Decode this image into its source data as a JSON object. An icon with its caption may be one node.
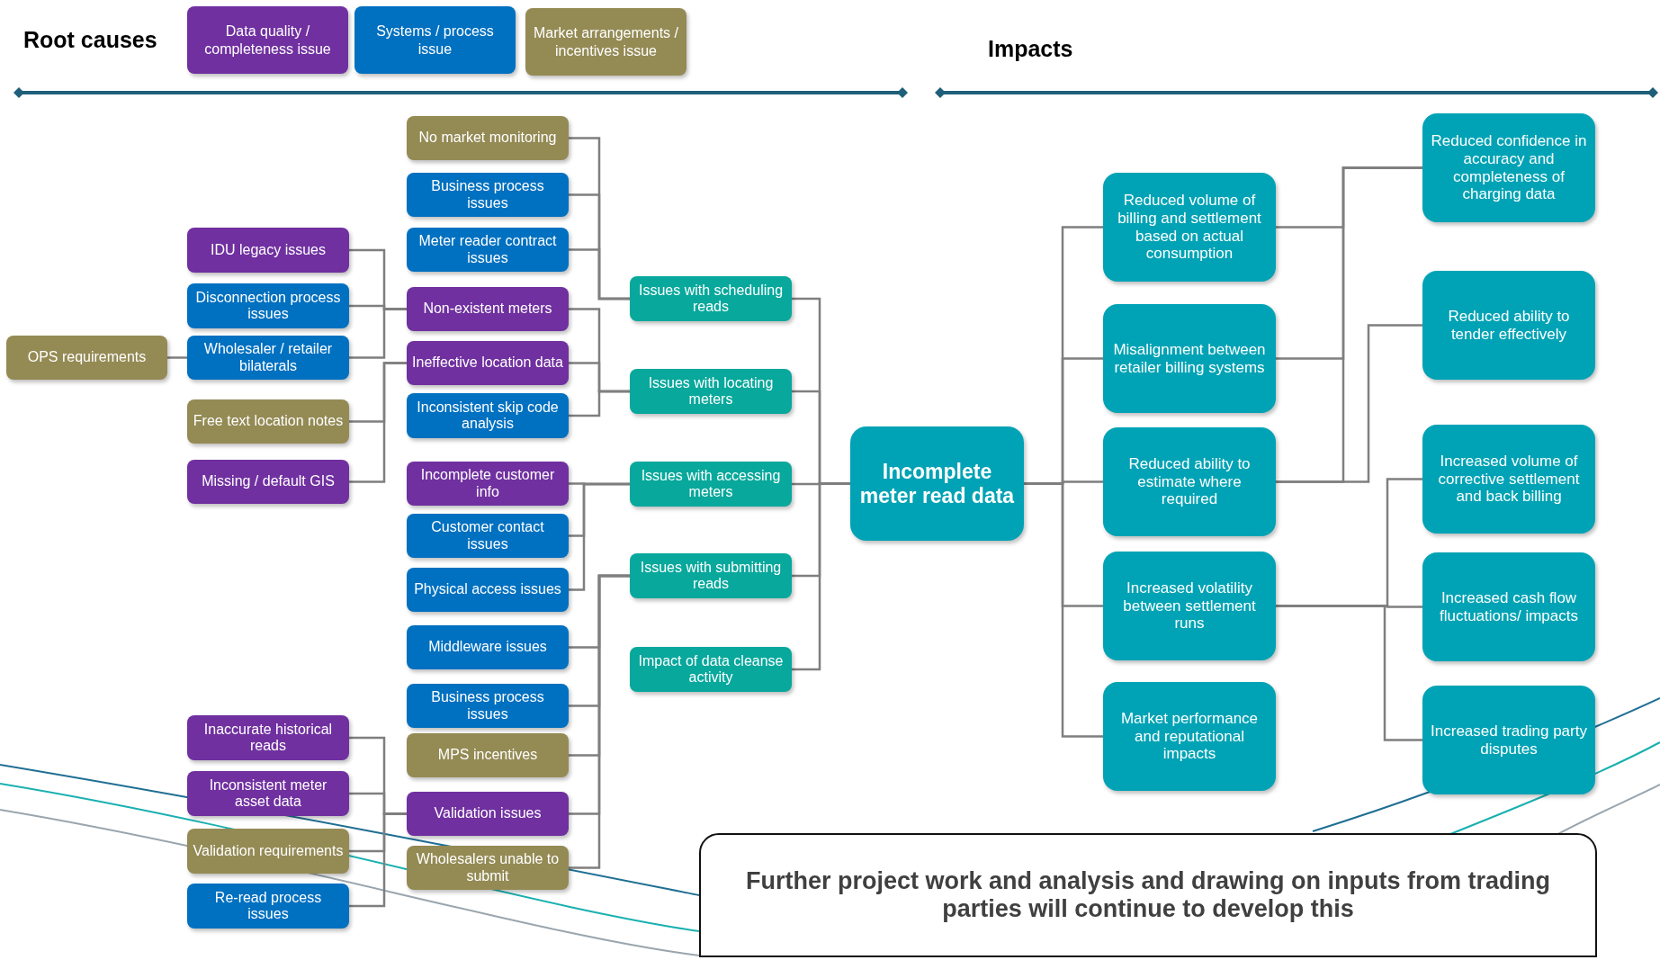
{
  "diagram": {
    "nodes": [
      {
        "text": [
          "OPS requirements"
        ]
      },
      {
        "text": [
          "IDU legacy issues"
        ]
      },
      {
        "text": [
          "Disconnection process issues"
        ]
      },
      {
        "text": [
          "Wholesaler / retailer bilaterals"
        ]
      },
      {
        "text": [
          "Free text location notes"
        ]
      },
      {
        "text": [
          "Missing / default GIS"
        ]
      },
      {
        "text": [
          "Inaccurate historical reads"
        ]
      },
      {
        "text": [
          "Inconsistent meter asset data"
        ]
      },
      {
        "text": [
          "Validation requirements"
        ]
      },
      {
        "text": [
          "Re-read process issues"
        ]
      },
      {
        "text": [
          "No market monitoring"
        ]
      },
      {
        "text": [
          "Business process issues"
        ]
      },
      {
        "text": [
          "Meter reader contract issues"
        ]
      },
      {
        "text": [
          "Non-existent meters"
        ]
      },
      {
        "text": [
          "Ineffective location data"
        ]
      },
      {
        "text": [
          "Inconsistent skip code analysis"
        ]
      },
      {
        "text": [
          "Incomplete customer info"
        ]
      },
      {
        "text": [
          "Customer contact issues"
        ]
      },
      {
        "text": [
          "Physical access issues"
        ]
      },
      {
        "text": [
          "Middleware issues"
        ]
      },
      {
        "text": [
          "Business process issues"
        ]
      },
      {
        "text": [
          "MPS incentives"
        ]
      },
      {
        "text": [
          "Validation issues"
        ]
      },
      {
        "text": [
          "Wholesalers unable to submit"
        ]
      },
      {
        "text": [
          "Issues with scheduling reads"
        ]
      },
      {
        "text": [
          "Issues with locating meters"
        ]
      },
      {
        "text": [
          "Issues with accessing meters"
        ]
      },
      {
        "text": [
          "Issues with submitting reads"
        ]
      },
      {
        "text": [
          "Impact of data cleanse activity"
        ]
      },
      {
        "text": [
          "Incomplete meter read data"
        ]
      },
      {
        "text": [
          "Reduced volume of billing and settlement based on actual consumption"
        ]
      },
      {
        "text": [
          "Misalignment between retailer billing systems"
        ]
      },
      {
        "text": [
          "Reduced ability to estimate where required"
        ]
      },
      {
        "text": [
          "Increased volatility between settlement runs"
        ]
      },
      {
        "text": [
          "Market performance and reputational impacts"
        ]
      },
      {
        "text": [
          "Reduced confidence in accuracy and completeness of charging data"
        ]
      },
      {
        "text": [
          "Reduced ability to tender effectively"
        ]
      },
      {
        "text": [
          "Increased volume of corrective settlement and back billing"
        ]
      },
      {
        "text": [
          "Increased cash flow fluctuations/ impacts"
        ]
      },
      {
        "text": [
          "Increased trading party disputes"
        ]
      },
      {
        "text": [
          "Further project work and analysis and drawing on inputs from trading parties will continue to develop this"
        ]
      }
    ],
    "edges": [
      {
        "from": 0,
        "to": 3,
        "arrow": "none"
      },
      {
        "from": 1,
        "to": 13,
        "arrow": "none"
      },
      {
        "from": 2,
        "to": 13,
        "arrow": "none"
      },
      {
        "from": 3,
        "to": 13,
        "arrow": "none"
      },
      {
        "from": 4,
        "to": 14,
        "arrow": "none"
      },
      {
        "from": 5,
        "to": 14,
        "arrow": "none"
      },
      {
        "from": 6,
        "to": 22,
        "arrow": "none"
      },
      {
        "from": 7,
        "to": 22,
        "arrow": "none"
      },
      {
        "from": 8,
        "to": 22,
        "arrow": "none"
      },
      {
        "from": 9,
        "to": 22,
        "arrow": "none"
      },
      {
        "from": 10,
        "to": 24,
        "arrow": "none"
      },
      {
        "from": 11,
        "to": 24,
        "arrow": "none"
      },
      {
        "from": 12,
        "to": 24,
        "arrow": "none"
      },
      {
        "from": 13,
        "to": 25,
        "arrow": "none"
      },
      {
        "from": 14,
        "to": 25,
        "arrow": "none"
      },
      {
        "from": 15,
        "to": 25,
        "arrow": "none"
      },
      {
        "from": 16,
        "to": 26,
        "arrow": "none"
      },
      {
        "from": 17,
        "to": 26,
        "arrow": "none"
      },
      {
        "from": 18,
        "to": 26,
        "arrow": "none"
      },
      {
        "from": 19,
        "to": 27,
        "arrow": "none"
      },
      {
        "from": 20,
        "to": 27,
        "arrow": "none"
      },
      {
        "from": 21,
        "to": 27,
        "arrow": "none"
      },
      {
        "from": 22,
        "to": 27,
        "arrow": "none"
      },
      {
        "from": 23,
        "to": 27,
        "arrow": "none"
      },
      {
        "from": 24,
        "to": 29,
        "arrow": "none"
      },
      {
        "from": 25,
        "to": 29,
        "arrow": "none"
      },
      {
        "from": 26,
        "to": 29,
        "arrow": "none"
      },
      {
        "from": 27,
        "to": 29,
        "arrow": "none"
      },
      {
        "from": 28,
        "to": 29,
        "arrow": "none"
      },
      {
        "from": 29,
        "to": 30,
        "arrow": "none"
      },
      {
        "from": 29,
        "to": 31,
        "arrow": "none"
      },
      {
        "from": 29,
        "to": 32,
        "arrow": "none"
      },
      {
        "from": 29,
        "to": 33,
        "arrow": "none"
      },
      {
        "from": 29,
        "to": 34,
        "arrow": "none"
      },
      {
        "from": 30,
        "to": 35,
        "arrow": "none"
      },
      {
        "from": 31,
        "to": 35,
        "arrow": "none"
      },
      {
        "from": 32,
        "to": 35,
        "arrow": "none"
      },
      {
        "from": 32,
        "to": 36,
        "arrow": "none"
      },
      {
        "from": 33,
        "to": 37,
        "arrow": "none"
      },
      {
        "from": 33,
        "to": 38,
        "arrow": "none"
      },
      {
        "from": 33,
        "to": 39,
        "arrow": "none"
      }
    ],
    "labels": [
      "Root causes",
      "Impacts"
    ],
    "legend": [
      {
        "text": "Data quality / completeness issue",
        "color": "#7030a0"
      },
      {
        "text": "Systems / process issue",
        "color": "#0070c0"
      },
      {
        "text": "Market arrangements / incentives issue",
        "color": "#948a54"
      }
    ]
  }
}
